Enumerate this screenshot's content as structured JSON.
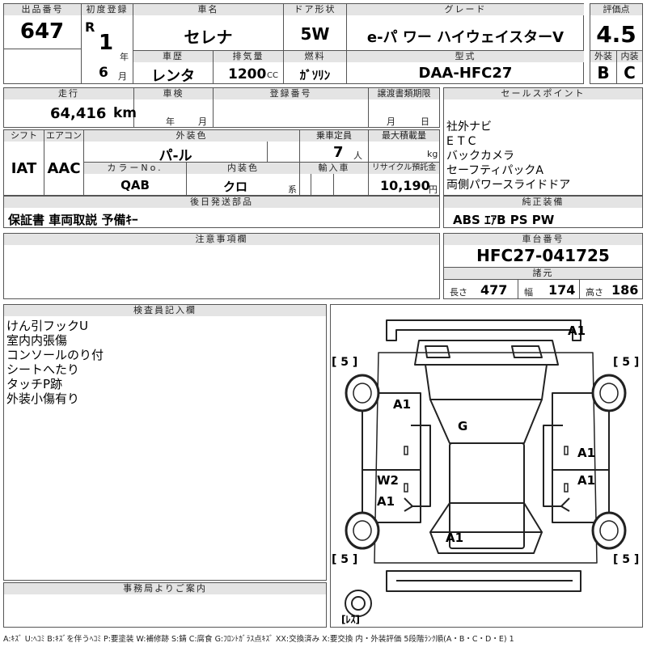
{
  "header": {
    "lot_label": "出品番号",
    "lot_no": "647",
    "reg_label": "初度登録",
    "era": "R",
    "reg_year": "1",
    "year_unit": "年",
    "reg_month": "6",
    "month_unit": "月",
    "name_label": "車名",
    "name": "セレナ",
    "door_label": "ドア形状",
    "door": "5W",
    "grade_label": "グレード",
    "grade": "e-パ ワー ハイウェイスターV",
    "score_label": "評価点",
    "score": "4.5",
    "history_label": "車歴",
    "history": "レンタ",
    "displacement_label": "排気量",
    "displacement": "1200",
    "cc": "CC",
    "fuel_label": "燃料",
    "fuel": "ｶﾞｿﾘﾝ",
    "model_label": "型式",
    "model": "DAA-HFC27",
    "ext_label": "外装",
    "ext_grade": "B",
    "int_label": "内装",
    "int_grade": "C"
  },
  "row2": {
    "mileage_label": "走行",
    "mileage": "64,416",
    "km": "km",
    "inspection_label": "車検",
    "year_unit": "年",
    "month_unit": "月",
    "regno_label": "登録番号",
    "transfer_label": "譲渡書類期限",
    "month_unit2": "月",
    "day_unit": "日"
  },
  "sales": {
    "label": "セールスポイント",
    "items": [
      "社外ナビ",
      "ETC",
      "バックカメラ",
      "セーフティパックA",
      "両側パワースライドドア"
    ]
  },
  "specs": {
    "shift_label": "シフト",
    "shift": "IAT",
    "ac_label": "エアコン",
    "ac": "AAC",
    "color_label": "外装色",
    "color": "パ-ル",
    "capacity_label": "乗車定員",
    "capacity": "7",
    "capacity_unit": "人",
    "load_label": "最大積載量",
    "load_unit": "kg",
    "color_no_label": "カラーNo.",
    "color_no": "QAB",
    "interior_color_label": "内装色",
    "interior_color": "クロ",
    "interior_unit": "系",
    "import_label": "輸入車",
    "recycle_label": "リサイクル預託金",
    "recycle": "10,190",
    "yen": "円"
  },
  "parts": {
    "label": "後日発送部品",
    "value": "保証書 車両取説 予備ｷｰ"
  },
  "equipment": {
    "label": "純正装備",
    "value": "ABS ｴｱB PS PW"
  },
  "caution": {
    "label": "注意事項欄"
  },
  "chassis": {
    "label": "車台番号",
    "value": "HFC27-041725"
  },
  "dims": {
    "label": "諸元",
    "length_label": "長さ",
    "length": "477",
    "width_label": "幅",
    "width": "174",
    "height_label": "高さ",
    "height": "186"
  },
  "inspector": {
    "label": "検査員記入欄",
    "notes": [
      "けん引フックU",
      "室内内張傷",
      "コンソールのり付",
      "シートへたり",
      "タッチP跡",
      "外装小傷有り"
    ]
  },
  "diagram": {
    "marks": {
      "rear_right": "A1",
      "right_front_door": "A1",
      "right_rear_door": "A1",
      "left_door_w2": "W2",
      "left_door_a1": "A1",
      "left_front": "A1",
      "roof": "G",
      "hood": "A1"
    },
    "tire_tl": "[ 5 ]",
    "tire_tr": "[ 5 ]",
    "tire_bl": "[ 5 ]",
    "tire_br": "[ 5 ]",
    "spare": "[ﾚｽ]"
  },
  "office": {
    "label": "事務局よりご案内"
  },
  "legend": "A:ｷｽﾞ U:ﾍｺﾐ B:ｷｽﾞを伴うﾍｺﾐ P:要塗装 W:補修跡 S:錆 C:腐食 G:ﾌﾛﾝﾄｶﾞﾗｽ点ｷｽﾞ XX:交換済み X:要交換 内・外装評価 5段階ﾗﾝｸ順(A・B・C・D・E) 1"
}
